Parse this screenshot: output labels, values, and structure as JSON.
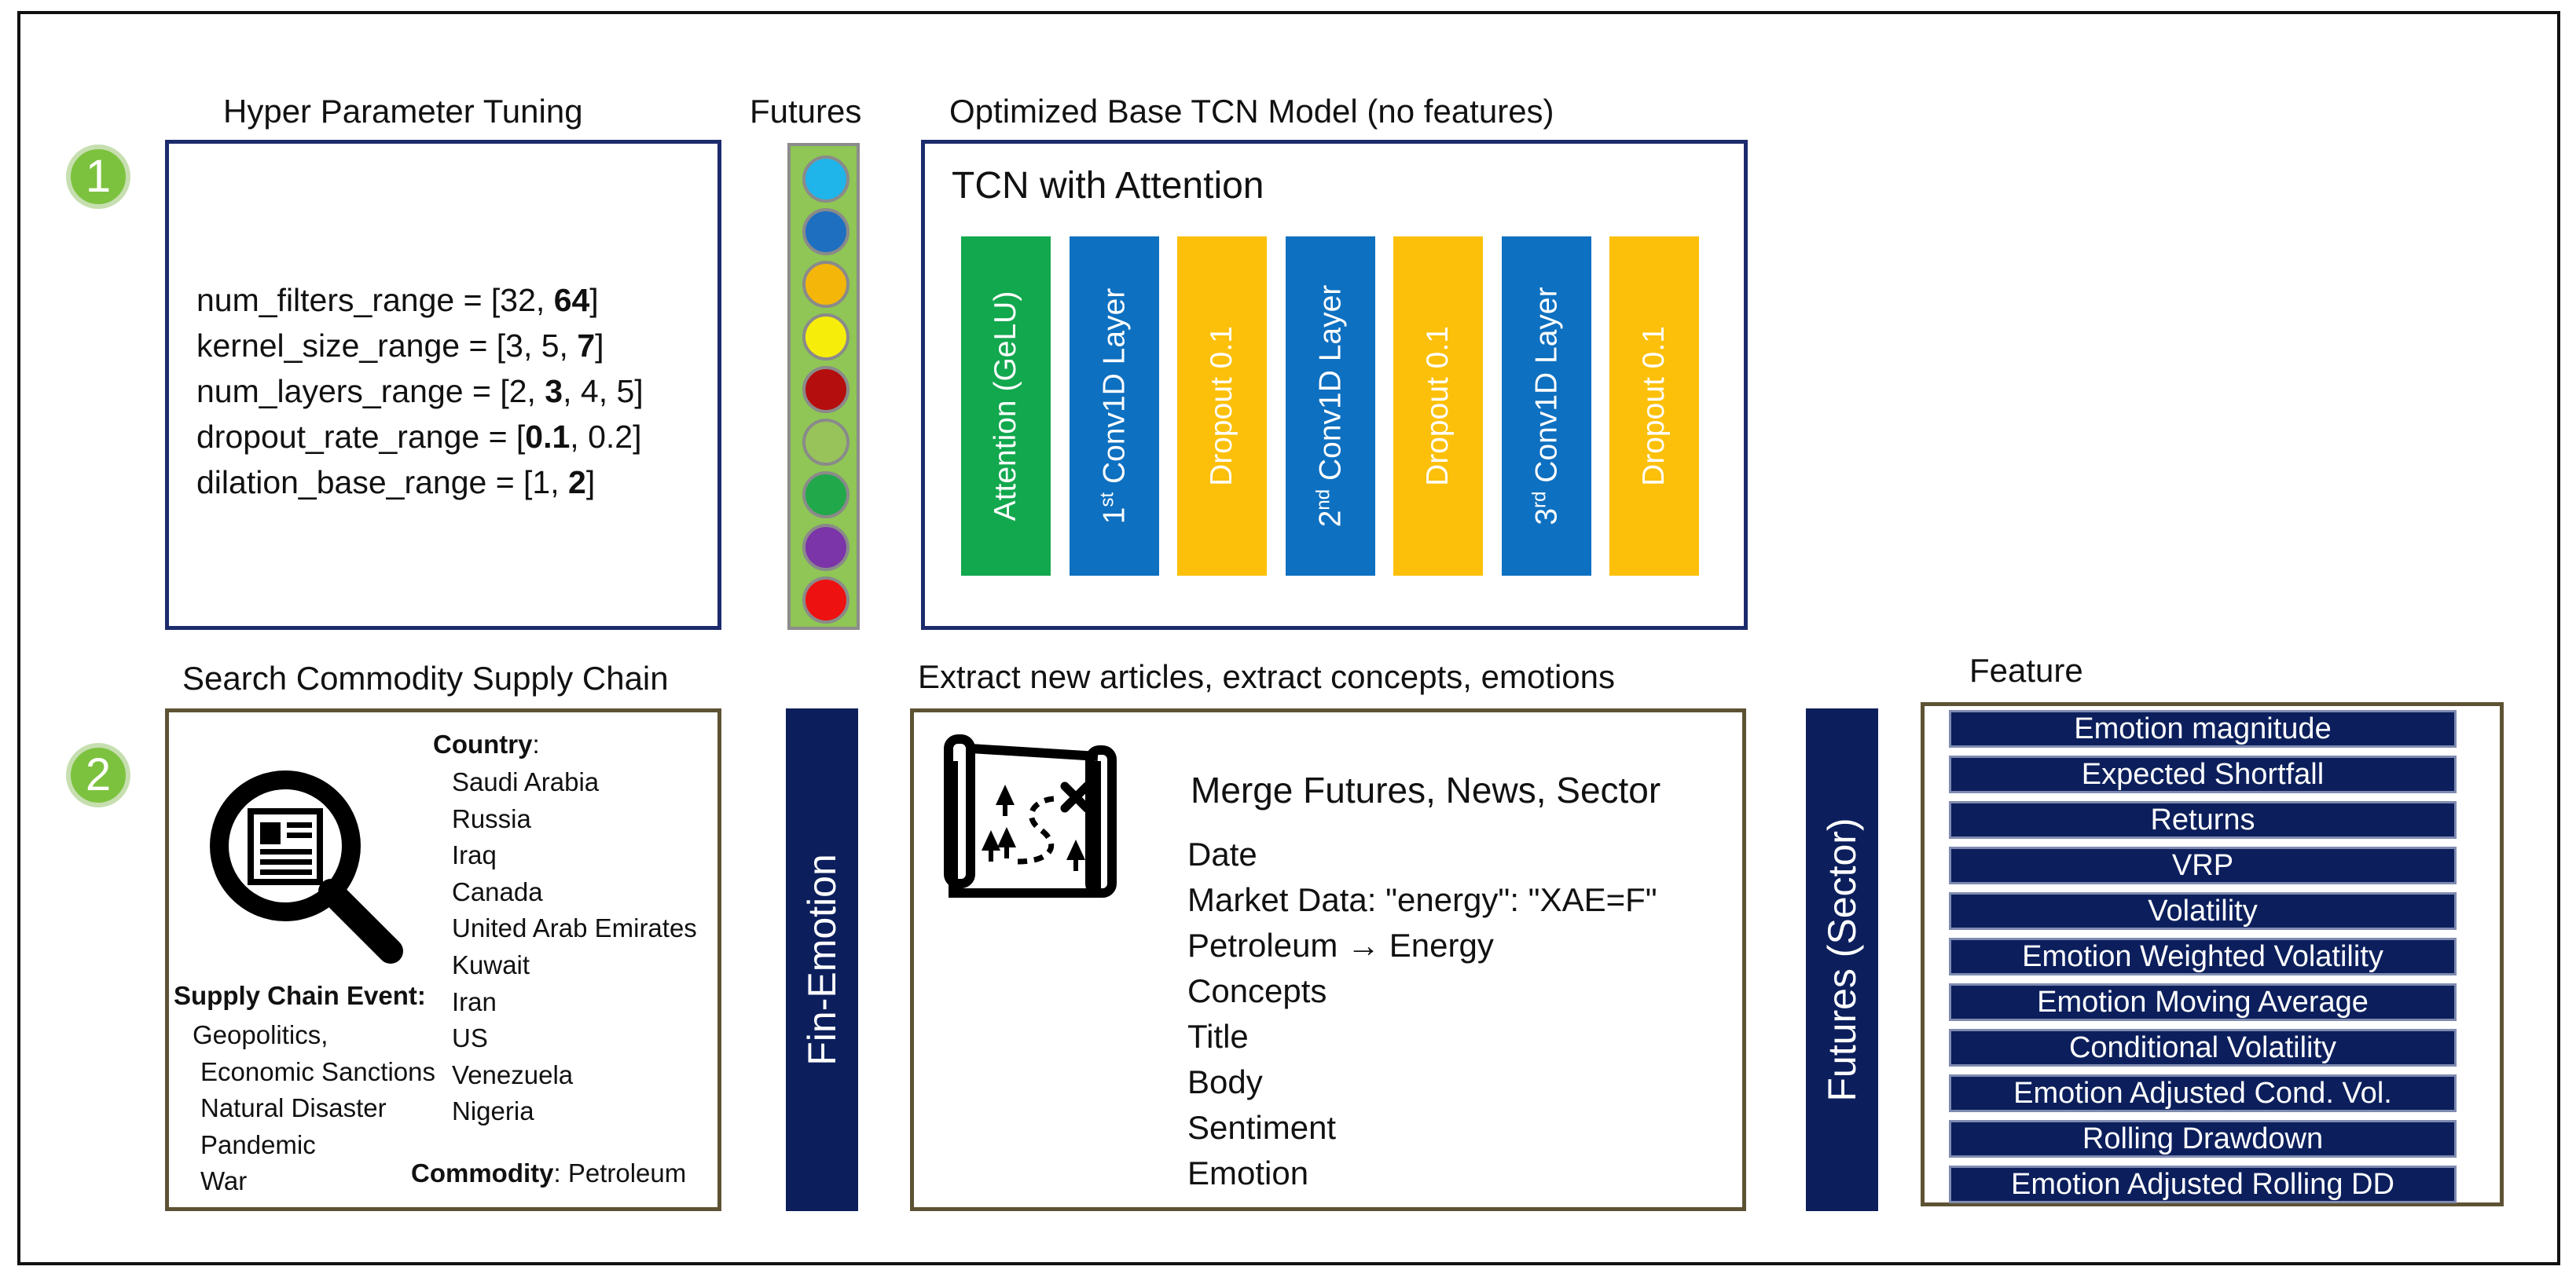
{
  "steps": [
    "1",
    "2"
  ],
  "row1": {
    "hyper_title": "Hyper Parameter Tuning",
    "futures_title": "Futures",
    "tcn_title": "Optimized Base TCN Model (no features)",
    "tcn_subtitle": "TCN with Attention",
    "params": {
      "p1_pre": "num_filters_range = [32, ",
      "p1_bold": "64",
      "p1_post": "]",
      "p2_pre": "kernel_size_range = [3, 5, ",
      "p2_bold": "7",
      "p2_post": "]",
      "p3_pre": "num_layers_range = [2, ",
      "p3_bold": "3",
      "p3_post": ", 4, 5]",
      "p4_pre": "dropout_rate_range = [",
      "p4_bold": "0.1",
      "p4_post": ", 0.2]",
      "p5_pre": "dilation_base_range = [1, ",
      "p5_bold": "2",
      "p5_post": "]"
    },
    "future_dot_colors": [
      "#1fb4ea",
      "#1f6fc0",
      "#f5b60a",
      "#f6ee0a",
      "#b50e0e",
      "#98c35b",
      "#21a84a",
      "#7b35a8",
      "#ee1111"
    ],
    "layers": [
      {
        "pre": "Attention (GeLU)",
        "sup": "",
        "post": "",
        "color": "#12a84e"
      },
      {
        "pre": "1",
        "sup": "st",
        "post": " Conv1D Layer",
        "color": "#0e70c0"
      },
      {
        "pre": "Dropout 0.1",
        "sup": "",
        "post": "",
        "color": "#fcc00a"
      },
      {
        "pre": "2",
        "sup": "nd",
        "post": " Conv1D Layer",
        "color": "#0e70c0"
      },
      {
        "pre": "Dropout 0.1",
        "sup": "",
        "post": "",
        "color": "#fcc00a"
      },
      {
        "pre": "3",
        "sup": "rd",
        "post": " Conv1D Layer",
        "color": "#0e70c0"
      },
      {
        "pre": "Dropout 0.1",
        "sup": "",
        "post": "",
        "color": "#fcc00a"
      }
    ]
  },
  "row2": {
    "search_title": "Search Commodity Supply Chain",
    "extract_title": "Extract new articles, extract concepts, emotions",
    "feature_title": "Feature",
    "country_label": "Country",
    "country_colon": ":",
    "countries": [
      "Saudi Arabia",
      "Russia",
      "Iraq",
      "Canada",
      "United Arab Emirates",
      "Kuwait",
      "Iran",
      "US",
      "Venezuela",
      "Nigeria"
    ],
    "event_label": "Supply Chain Event:",
    "events": [
      "Geopolitics,",
      "Economic Sanctions",
      "Natural Disaster",
      "Pandemic",
      "War"
    ],
    "commodity_label": "Commodity",
    "commodity_value": ": Petroleum",
    "fin_emotion": "Fin-Emotion",
    "futures_sector": "Futures (Sector)",
    "merge_title": "Merge Futures, News, Sector",
    "merge_items": [
      "Date",
      "Market Data: \"energy\": \"XAE=F\"",
      "Petroleum → Energy",
      "Concepts",
      "Title",
      "Body",
      "Sentiment",
      "Emotion"
    ],
    "features": [
      "Emotion magnitude",
      "Expected Shortfall",
      "Returns",
      "VRP",
      "Volatility",
      "Emotion Weighted Volatility",
      "Emotion Moving Average",
      "Conditional Volatility",
      "Emotion Adjusted Cond. Vol.",
      "Rolling Drawdown",
      "Emotion Adjusted Rolling DD"
    ]
  },
  "icons": {
    "search": "newspaper-magnifier-icon",
    "map": "treasure-map-icon"
  }
}
